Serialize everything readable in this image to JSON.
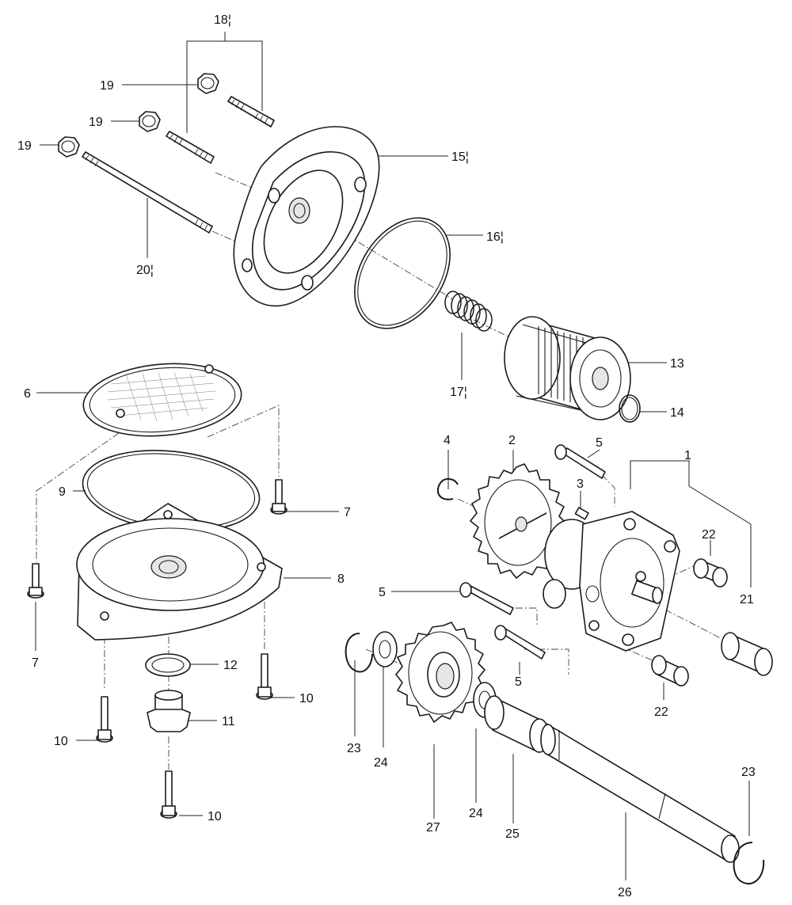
{
  "callouts": {
    "c1": "1",
    "c2": "2",
    "c3": "3",
    "c4": "4",
    "c5a": "5",
    "c5b": "5",
    "c5c": "5",
    "c6": "6",
    "c7a": "7",
    "c7b": "7",
    "c8": "8",
    "c9": "9",
    "c10a": "10",
    "c10b": "10",
    "c10c": "10",
    "c11": "11",
    "c12": "12",
    "c13": "13",
    "c14": "14",
    "c15": "15¦",
    "c16": "16¦",
    "c17": "17¦",
    "c18": "18¦",
    "c19a": "19",
    "c19b": "19",
    "c19c": "19",
    "c20": "20¦",
    "c21": "21",
    "c22a": "22",
    "c22b": "22",
    "c23a": "23",
    "c23b": "23",
    "c24a": "24",
    "c24b": "24",
    "c25": "25",
    "c26": "26",
    "c27": "27"
  }
}
